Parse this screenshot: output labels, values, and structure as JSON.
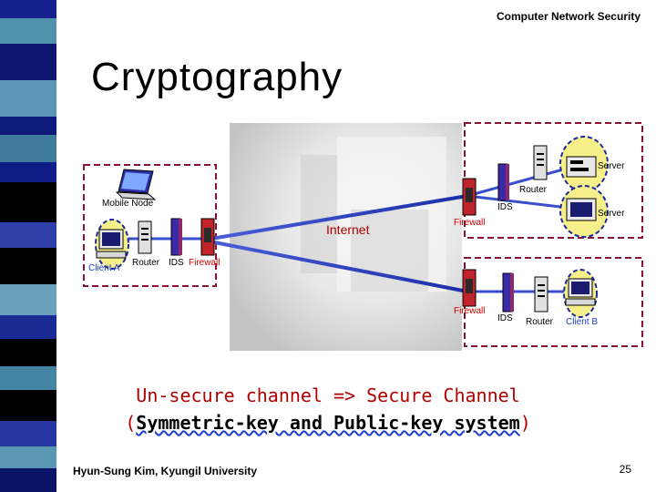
{
  "header": {
    "course": "Computer Network Security"
  },
  "title": "Cryptography",
  "diagram": {
    "internet_label": "Internet",
    "labels": {
      "mobile_node": "Mobile Node",
      "client_a": "Client A",
      "router_left": "Router",
      "ids_left": "IDS",
      "firewall_left": "Firewall",
      "server_top": "Server",
      "router_top": "Router",
      "ids_top": "IDS",
      "firewall_top": "Firewall",
      "server_mid": "Server",
      "firewall_bottom": "Firewall",
      "ids_bottom": "IDS",
      "router_bottom": "Router",
      "client_b": "Client B"
    }
  },
  "caption": {
    "line1": "Un-secure channel => Secure Channel",
    "line2_open": "(",
    "line2_bold": "Symmetric-key and Public-key system",
    "line2_close": ")"
  },
  "footer": {
    "author": "Hyun-Sung Kim, Kyungil University",
    "page_number": "25"
  },
  "colors": {
    "accent_red": "#b00000",
    "stripe_blue": "#1a2a9c",
    "stripe_teal": "#4a8ea8",
    "link_blue": "#2e3fc8"
  }
}
